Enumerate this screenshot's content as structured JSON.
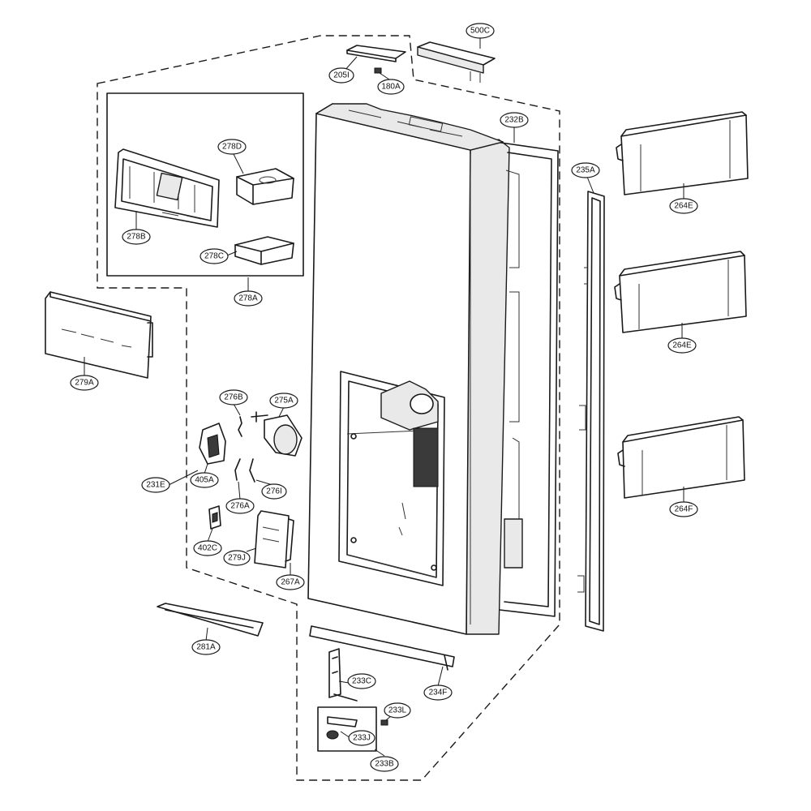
{
  "diagram": {
    "labels": [
      {
        "id": "500c",
        "text": "500C"
      },
      {
        "id": "205i",
        "text": "205I"
      },
      {
        "id": "180a",
        "text": "180A"
      },
      {
        "id": "232b",
        "text": "232B"
      },
      {
        "id": "235a",
        "text": "235A"
      },
      {
        "id": "264e-top",
        "text": "264E"
      },
      {
        "id": "264e-mid",
        "text": "264E"
      },
      {
        "id": "264f",
        "text": "264F"
      },
      {
        "id": "278d",
        "text": "278D"
      },
      {
        "id": "278b",
        "text": "278B"
      },
      {
        "id": "278c",
        "text": "278C"
      },
      {
        "id": "278a",
        "text": "278A"
      },
      {
        "id": "279a",
        "text": "279A"
      },
      {
        "id": "276b",
        "text": "276B"
      },
      {
        "id": "275a",
        "text": "275A"
      },
      {
        "id": "231e",
        "text": "231E"
      },
      {
        "id": "405a",
        "text": "405A"
      },
      {
        "id": "276a",
        "text": "276A"
      },
      {
        "id": "276i",
        "text": "276I"
      },
      {
        "id": "402c",
        "text": "402C"
      },
      {
        "id": "279j",
        "text": "279J"
      },
      {
        "id": "267a",
        "text": "267A"
      },
      {
        "id": "281a",
        "text": "281A"
      },
      {
        "id": "233c",
        "text": "233C"
      },
      {
        "id": "234f",
        "text": "234F"
      },
      {
        "id": "233l",
        "text": "233L"
      },
      {
        "id": "233j",
        "text": "233J"
      },
      {
        "id": "233b",
        "text": "233B"
      }
    ]
  }
}
